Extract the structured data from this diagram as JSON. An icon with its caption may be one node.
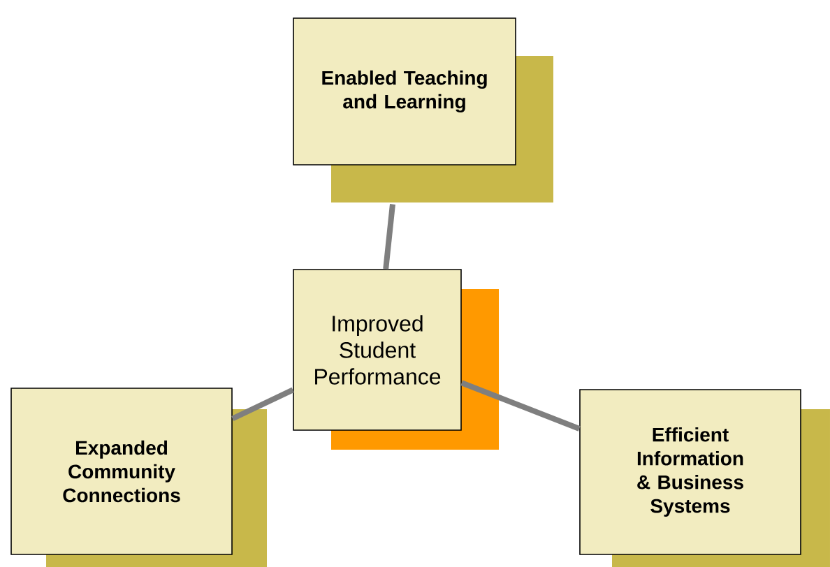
{
  "diagram": {
    "nodes": [
      {
        "text": [
          "Enabled Teaching and Learning"
        ]
      },
      {
        "text": [
          "Improved Student Performance"
        ]
      },
      {
        "text": [
          "Expanded Community Connections"
        ]
      },
      {
        "text": [
          "Efficient Information & Business Systems"
        ]
      }
    ],
    "edges": [
      {
        "from": 1,
        "to": 0,
        "arrow": "none"
      },
      {
        "from": 1,
        "to": 2,
        "arrow": "none"
      },
      {
        "from": 1,
        "to": 3,
        "arrow": "none"
      }
    ]
  }
}
